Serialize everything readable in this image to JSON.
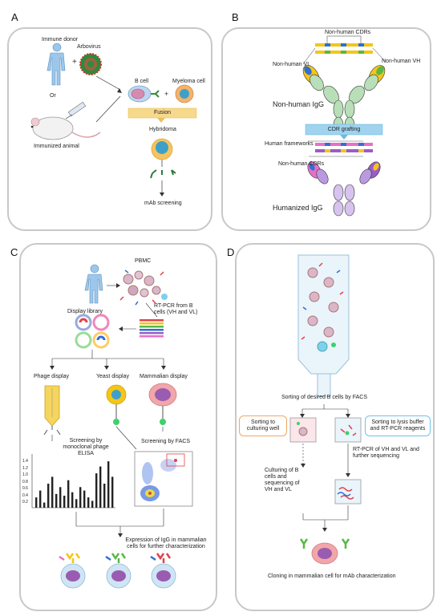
{
  "panels": {
    "a": {
      "label": "A",
      "immune_donor": "Immune donor",
      "arbovirus": "Arbovirus",
      "or": "Or",
      "immunized_animal": "Immunized animal",
      "b_cell": "B cell",
      "plus": "+",
      "myeloma_cell": "Myeloma cell",
      "fusion": "Fusion",
      "hybridoma": "Hybridoma",
      "mab_screening": "mAb screening"
    },
    "b": {
      "label": "B",
      "non_human_cdrs_top": "Non-human CDRs",
      "non_human_vl": "Non-human VL",
      "non_human_vh": "Non-human VH",
      "non_human_igg": "Non-human IgG",
      "cdr_grafting": "CDR grafting",
      "human_frameworks": "Human frameworks",
      "non_human_cdrs_bottom": "Non-human CDRs",
      "humanized_igg": "Humanized IgG"
    },
    "c": {
      "label": "C",
      "pbmc": "PBMC",
      "rt_pcr": "RT-PCR from B cells (VH and VL)",
      "display_library": "Display library",
      "phage_display": "Phage display",
      "yeast_display": "Yeast display",
      "mammalian_display": "Mammalian display",
      "screening_elisa": "Screening by monoclonal phage ELISA",
      "screening_facs": "Screening by FACS",
      "expression": "Expression of IgG in mammalian cells for further characterization",
      "y_ticks": [
        "1.4",
        "1.2",
        "1.0",
        "0.8",
        "0.6",
        "0.4",
        "0.2"
      ]
    },
    "d": {
      "label": "D",
      "sorting_facs": "Sorting of desired B cells by FACS",
      "sorting_well": "Sorting to culturing well",
      "sorting_lysis": "Sorting to lysis buffer and RT-PCR reagents",
      "culturing": "Culturing of B cells and sequencing of VH and VL",
      "rt_pcr_seq": "RT-PCR of VH and VL and further sequencing",
      "cloning": "Cloning in mammalian cell for mAb characterization"
    }
  },
  "chart_data": {
    "type": "bar",
    "title": "",
    "xlabel": "",
    "ylabel": "",
    "ylim": [
      0,
      1.4
    ],
    "values": [
      0.3,
      0.5,
      0.15,
      0.7,
      0.9,
      0.4,
      0.6,
      0.35,
      0.8,
      0.45,
      0.25,
      0.6,
      0.5,
      0.3,
      0.2,
      1.0,
      1.2,
      0.7,
      1.35,
      0.9
    ]
  },
  "colors": {
    "panel_border": "#c8c8c8",
    "fusion_box": "#f7d98b",
    "cdr_grafting_box": "#9fd3ee",
    "sorting_well_border": "#f0a860",
    "sorting_lysis_border": "#6fc2e8",
    "vl_framework": "#f5c518",
    "cdr_blue": "#2f6fd6",
    "cdr_green": "#58b848",
    "human_framework": "#e96fc6",
    "humanized_purple": "#9a5cc8",
    "igg_green": "#b9dfb9"
  }
}
